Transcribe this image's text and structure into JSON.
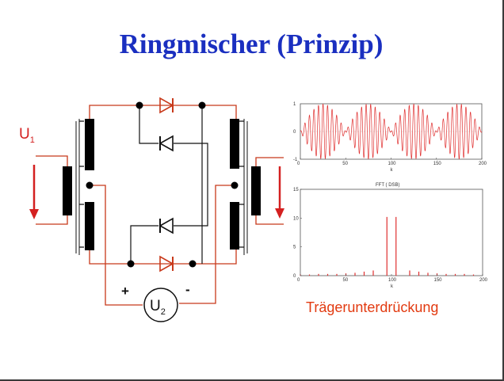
{
  "title": "Ringmischer (Prinzip)",
  "circuit": {
    "input_label": "U",
    "input_subscript": "1",
    "source_label": "U",
    "source_subscript": "2",
    "plus_sign": "+",
    "minus_sign": "-"
  },
  "caption": "Trägerunterdrückung",
  "colors": {
    "title": "#1a2fc0",
    "circuit_wire": "#c8391a",
    "plot_trace": "#e03030",
    "caption": "#e23a10"
  },
  "chart_data": [
    {
      "type": "line",
      "title": "",
      "xlabel": "k",
      "ylabel": "",
      "xlim": [
        0,
        200
      ],
      "ylim": [
        -1,
        1
      ],
      "xticks": [
        "0",
        "50",
        "100",
        "150",
        "200"
      ],
      "yticks": [
        "-1",
        "0",
        "1"
      ],
      "signal": {
        "carrier_period_k": 5,
        "modulation_period_k": 100,
        "description": "carrier multiplied by sinusoidal modulation (DSB)"
      }
    },
    {
      "type": "bar",
      "title": "FFT ( DSB)",
      "xlabel": "k",
      "ylabel": "",
      "xlim": [
        0,
        200
      ],
      "ylim": [
        0,
        15
      ],
      "xticks": [
        "0",
        "50",
        "100",
        "150",
        "200"
      ],
      "yticks": [
        "0",
        "5",
        "10",
        "15"
      ],
      "bins": [
        {
          "k": 0,
          "value": 0.2
        },
        {
          "k": 10,
          "value": 0.2
        },
        {
          "k": 20,
          "value": 0.3
        },
        {
          "k": 30,
          "value": 0.3
        },
        {
          "k": 40,
          "value": 0.3
        },
        {
          "k": 50,
          "value": 0.4
        },
        {
          "k": 60,
          "value": 0.5
        },
        {
          "k": 70,
          "value": 0.7
        },
        {
          "k": 80,
          "value": 0.9
        },
        {
          "k": 95,
          "value": 10.2
        },
        {
          "k": 105,
          "value": 10.2
        },
        {
          "k": 120,
          "value": 0.9
        },
        {
          "k": 130,
          "value": 0.7
        },
        {
          "k": 140,
          "value": 0.5
        },
        {
          "k": 150,
          "value": 0.4
        },
        {
          "k": 160,
          "value": 0.3
        },
        {
          "k": 170,
          "value": 0.3
        },
        {
          "k": 180,
          "value": 0.3
        },
        {
          "k": 190,
          "value": 0.2
        }
      ]
    }
  ]
}
